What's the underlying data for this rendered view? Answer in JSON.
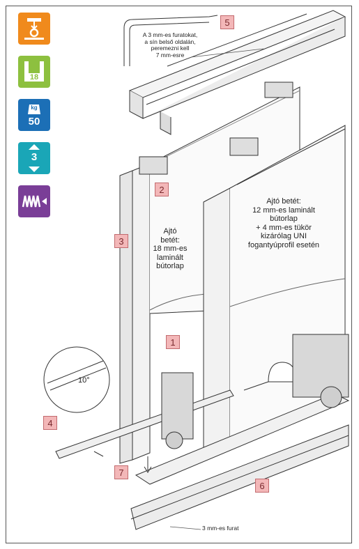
{
  "icons": [
    {
      "name": "load-bearing-icon",
      "color": "#f08a1c"
    },
    {
      "name": "panel-thickness-icon",
      "color": "#8dc03f",
      "text": "18"
    },
    {
      "name": "weight-capacity-icon",
      "color": "#1c6fb6",
      "unit": "kg",
      "text": "50"
    },
    {
      "name": "height-adjust-icon",
      "color": "#1aa6b7",
      "text": "3"
    },
    {
      "name": "soft-close-icon",
      "color": "#7a3e97"
    }
  ],
  "callouts": {
    "one": "1",
    "two": "2",
    "three": "3",
    "four": "4",
    "five": "5",
    "six": "6",
    "seven": "7"
  },
  "labels": {
    "top_note": [
      "A 3 mm-es furatokat,",
      "a sín belső oldalán,",
      "peremezni kell",
      "7 mm-esre"
    ],
    "door_insert_left": [
      "Ajtó",
      "betét:",
      "18 mm-es",
      "laminált",
      "bútorlap"
    ],
    "door_insert_right": [
      "Ajtó betét:",
      "12 mm-es laminált",
      "bútorlap",
      "+ 4 mm-es tükör",
      "kizárólag UNI",
      "fogantyúprofil esetén"
    ],
    "angle": "10°",
    "bottom_hole": "3 mm-es furat"
  }
}
